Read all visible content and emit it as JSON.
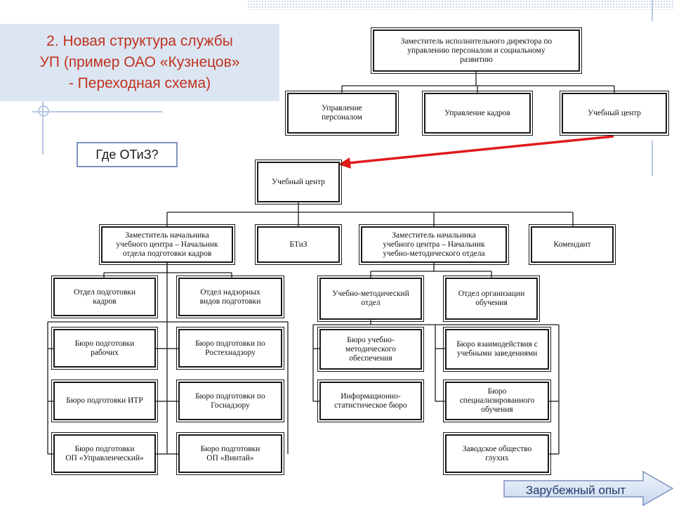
{
  "title": "2. Новая структура службы\nУП (пример ОАО «Кузнецов»\n- Переходная схема)",
  "question": "Где ОТиЗ?",
  "top": {
    "director": "Заместитель исполнительного директора по\nуправлению персоналом и социальному\nразвитию",
    "units": [
      "Управление\nперсоналом",
      "Управление кадров",
      "Учебный центр"
    ]
  },
  "center": {
    "head": "Учебный центр",
    "level2": [
      "Заместитель начальника\nучебного центра – Начальник\nотдела подготовки кадров",
      "БТиЗ",
      "Заместитель начальника\nучебного центра – Начальник\nучебно-методического отдела",
      "Комендант"
    ],
    "col1": [
      "Отдел подготовки\nкадров",
      "Бюро подготовки\nрабочих",
      "Бюро подготовки ИТР",
      "Бюро подготовки\nОП «Управленческий»"
    ],
    "col2": [
      "Отдел надзорных\nвидов подготовки",
      "Бюро подготовки по\nРостехнадзору",
      "Бюро подготовки по\nГоснадзору",
      "Бюро подготовки\nОП «Винтай»"
    ],
    "col3": [
      "Учебно-методический\nотдел",
      "Бюро учебно-\nметодического\nобеспечения",
      "Информационно-\nстатистическое бюро"
    ],
    "col4": [
      "Отдел организации\nобучения",
      "Бюро взаимодействия с\nучебными заведениями",
      "Бюро\nспециализированного\nобучения",
      "Заводское общество\nглухих"
    ]
  },
  "nav": {
    "next_label": "Зарубежный опыт"
  },
  "colors": {
    "title_text": "#c0321e",
    "title_bg": "#dce6f3",
    "arrow": "#e01a1a",
    "accent": "#7c93bf"
  }
}
